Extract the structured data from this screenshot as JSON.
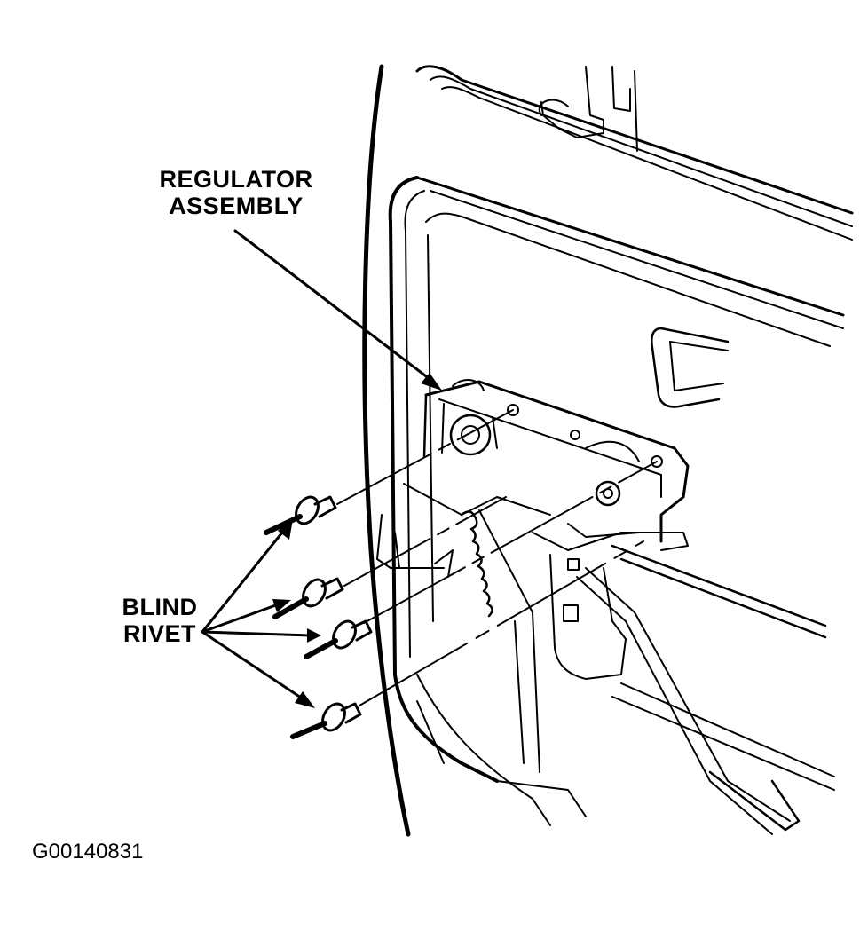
{
  "labels": {
    "regulator_line1": "REGULATOR",
    "regulator_line2": "ASSEMBLY",
    "blind_line1": "BLIND",
    "blind_line2": "RIVET",
    "figure_code": "G00140831"
  },
  "colors": {
    "ink": "#000000",
    "background": "#ffffff"
  }
}
